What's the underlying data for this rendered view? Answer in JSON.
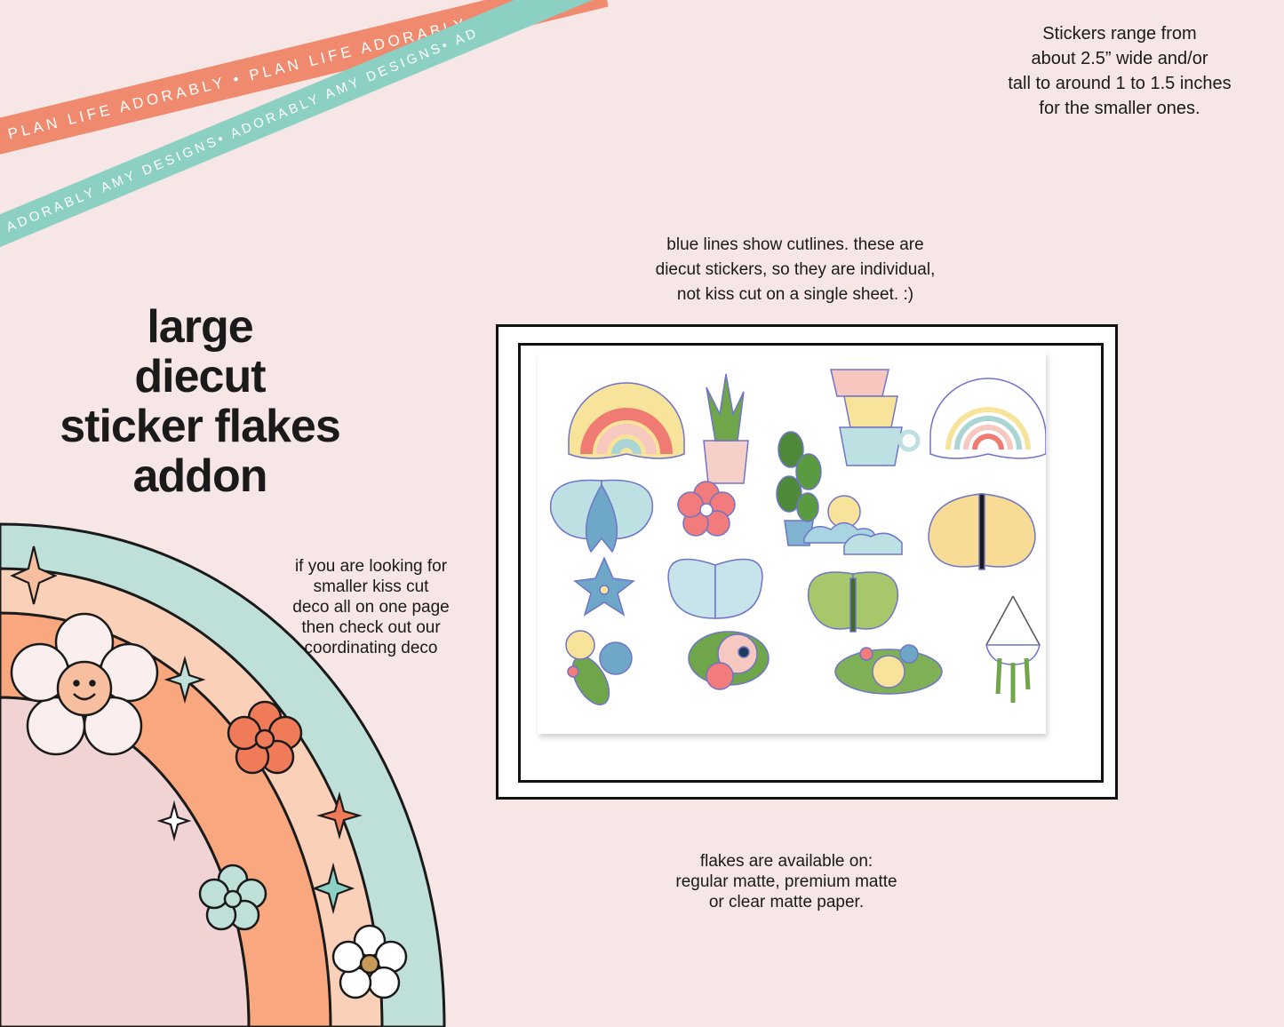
{
  "ribbons": {
    "coral_text": "PLAN LIFE ADORABLY • PLAN LIFE ADORABLY",
    "teal_text": "ADORABLY AMY DESIGNS• ADORABLY AMY DESIGNS• AD",
    "coral_color": "#f08a6e",
    "teal_color": "#8ccfc3"
  },
  "size_note": {
    "lines": [
      "Stickers range from",
      "about 2.5” wide and/or",
      "tall to around 1 to 1.5 inches",
      "for the smaller ones."
    ]
  },
  "headline": {
    "lines": [
      "large",
      "diecut",
      "sticker flakes",
      "addon"
    ]
  },
  "kiss_note": {
    "lines": [
      "if you are looking for",
      "smaller kiss cut",
      "deco all on one page",
      "then check out our",
      "coordinating deco"
    ]
  },
  "cut_note": {
    "lines": [
      "blue lines show cutlines.  these are",
      "diecut stickers, so they are individual,",
      "not kiss cut on a single sheet. :)"
    ]
  },
  "paper_note": {
    "lines": [
      "flakes are available on:",
      "regular matte, premium matte",
      "or clear matte paper."
    ]
  },
  "palette": {
    "background": "#f6e6e6",
    "rainbow_teal": "#bfe0d8",
    "rainbow_peach": "#f9a77e",
    "rainbow_light_peach": "#fbd0b8",
    "rainbow_pink": "#f1d3d3",
    "flower_orange": "#f07b59",
    "cutline_blue": "#6f74c8"
  },
  "stickers": [
    "rainbow-sticker",
    "snake-plant-sticker",
    "teacups-sticker",
    "pastel-rainbow-sticker",
    "blue-butterfly-sticker",
    "pink-flower-sticker",
    "fiddle-leaf-plant-sticker",
    "sun-cloud-sticker",
    "yellow-butterfly-sticker",
    "blue-star-flower-sticker",
    "spotted-butterfly-sticker",
    "green-butterfly-sticker",
    "floral-bouquet-left-sticker",
    "floral-bouquet-center-sticker",
    "floral-bouquet-right-sticker",
    "hanging-planter-sticker"
  ]
}
